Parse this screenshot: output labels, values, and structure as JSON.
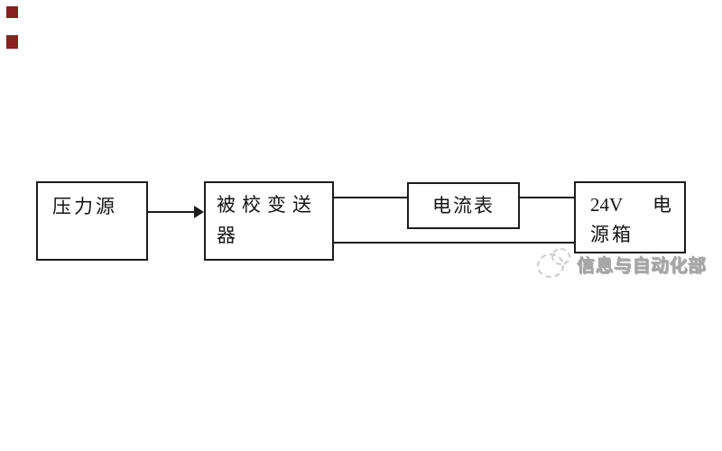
{
  "diagram": {
    "type": "block-flow-diagram",
    "nodes": [
      {
        "id": "pressure-source",
        "label": "压力源"
      },
      {
        "id": "transmitter-under-calibration",
        "line1": "被校变送",
        "line2": "器"
      },
      {
        "id": "ammeter",
        "label": "电流表"
      },
      {
        "id": "power-supply-box",
        "line1_left": "24V",
        "line1_right": "电",
        "line2": "源箱"
      }
    ],
    "connections": [
      {
        "from": "pressure-source",
        "to": "transmitter-under-calibration",
        "style": "arrow"
      },
      {
        "from": "transmitter-under-calibration",
        "to": "ammeter",
        "style": "line"
      },
      {
        "from": "ammeter",
        "to": "power-supply-box",
        "style": "line"
      },
      {
        "from": "transmitter-under-calibration",
        "to": "power-supply-box",
        "style": "line"
      }
    ]
  },
  "watermark": {
    "text": "信息与自动化部",
    "logo_icon": "dashed-circles-logo"
  },
  "decor": {
    "red_marker_count": 2
  },
  "colors": {
    "line": "#1c1c1c",
    "node_border": "#1c1c1c",
    "watermark_text": "#a5a5a5",
    "watermark_logo": "#c9c9c9",
    "red_marker": "#8b1f1f",
    "background": "#ffffff"
  }
}
